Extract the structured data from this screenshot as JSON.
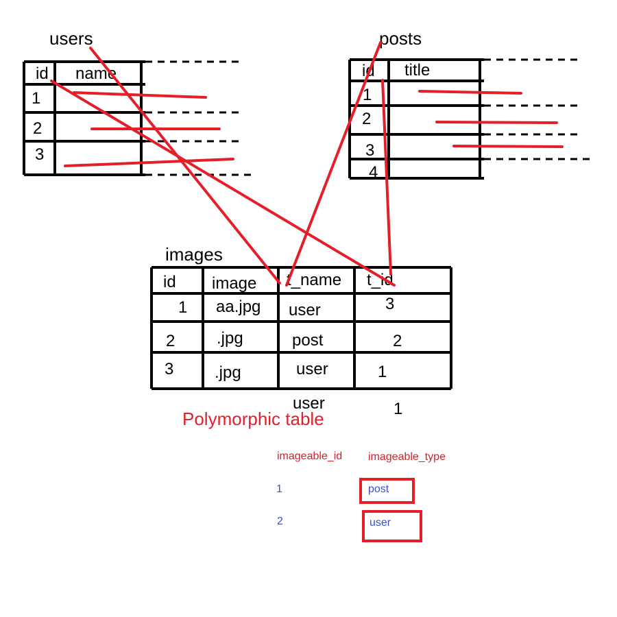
{
  "users": {
    "title": "users",
    "headers": [
      "id",
      "name"
    ],
    "ids": [
      "1",
      "2",
      "3"
    ]
  },
  "posts": {
    "title": "posts",
    "headers": [
      "id",
      "title"
    ],
    "ids": [
      "1",
      "2",
      "3",
      "4"
    ]
  },
  "images": {
    "title": "images",
    "headers": [
      "id",
      "image",
      "t_name",
      "t_id"
    ],
    "rows": [
      {
        "id": "1",
        "image": "aa.jpg",
        "t_name": "user",
        "t_id": "3"
      },
      {
        "id": "2",
        "image": ".jpg",
        "t_name": "post",
        "t_id": "2"
      },
      {
        "id": "3",
        "image": ".jpg",
        "t_name": "user",
        "t_id": "1"
      }
    ],
    "extra_row": {
      "t_name": "user",
      "t_id": "1"
    }
  },
  "polymorphic": {
    "title": "Polymorphic table",
    "headers": [
      "imageable_id",
      "imageable_type"
    ],
    "rows": [
      {
        "imageable_id": "1",
        "imageable_type": "post"
      },
      {
        "imageable_id": "2",
        "imageable_type": "user"
      }
    ]
  },
  "colors": {
    "line_red": "#e32029",
    "title_red": "#e0202a",
    "value_blue": "#3a4fd6",
    "border_black": "#000000"
  }
}
